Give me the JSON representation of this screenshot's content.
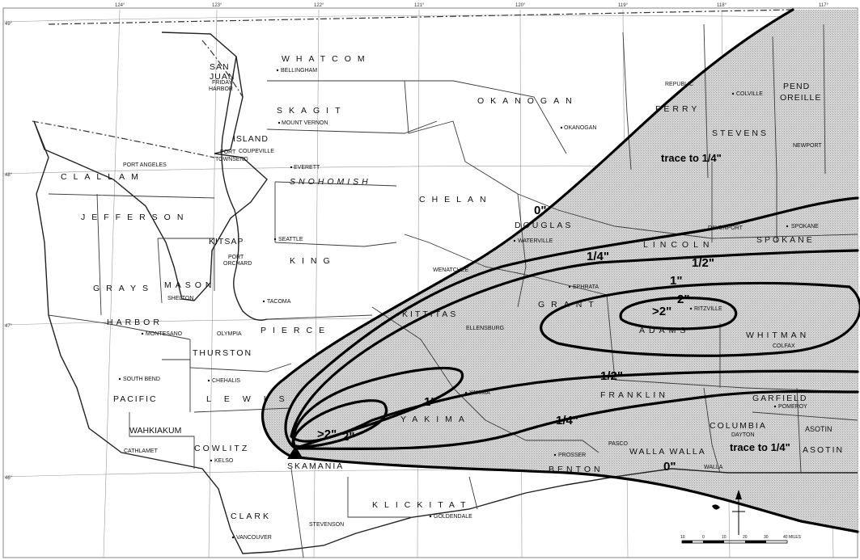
{
  "graticule": {
    "longitudes": [
      "124°",
      "123°",
      "122°",
      "121°",
      "120°",
      "119°",
      "118°",
      "117°"
    ],
    "latitudes": [
      "49°",
      "48°",
      "47°",
      "46°"
    ]
  },
  "counties": {
    "whatcom": "WHATCOM",
    "san_juan_1": "SAN",
    "san_juan_2": "JUAN",
    "skagit": "SKAGIT",
    "okanogan": "OKANOGAN",
    "ferry": "FERRY",
    "stevens": "STEVENS",
    "pend_oreille_1": "PEND",
    "pend_oreille_2": "OREILLE",
    "island": "ISLAND",
    "snohomish": "SNOHOMISH",
    "clallam": "CLALLAM",
    "jefferson": "JEFFERSON",
    "chelan": "CHELAN",
    "douglas": "DOUGLAS",
    "lincoln": "LINCOLN",
    "spokane": "SPOKANE",
    "kitsap": "KITSAP",
    "king": "KING",
    "grays": "GRAYS",
    "harbor": "HARBOR",
    "mason": "MASON",
    "kittitas": "KITTITAS",
    "grant": "GRANT",
    "adams": "ADAMS",
    "whitman": "WHITMAN",
    "pierce": "PIERCE",
    "thurston": "THURSTON",
    "pacific": "PACIFIC",
    "lewis": "LEWIS",
    "yakima": "YAKIMA",
    "franklin": "FRANKLIN",
    "garfield": "GARFIELD",
    "wahkiakum": "WAHKIAKUM",
    "cowlitz": "COWLITZ",
    "columbia": "COLUMBIA",
    "asotin_1": "ASOTIN",
    "asotin_2": "ASOTIN",
    "walla_walla": "WALLA WALLA",
    "skamania": "SKAMANIA",
    "benton": "BENTON",
    "klickitat": "KLICKITAT",
    "clark": "CLARK"
  },
  "towns": {
    "bellingham": "BELLINGHAM",
    "friday_harbor_1": "FRIDAY",
    "friday_harbor_2": "HARBOR",
    "mount_vernon": "MOUNT VERNON",
    "okanogan": "OKANOGAN",
    "republic": "REPUBLIC",
    "colville": "COLVILLE",
    "newport": "NEWPORT",
    "coupeville": "COUPEVILLE",
    "port_townsend_1": "PORT",
    "port_townsend_2": "TOWNSEND",
    "port_angeles": "PORT ANGELES",
    "everett": "EVERETT",
    "waterville": "WATERVILLE",
    "davenport": "DAVENPORT",
    "spokane": "SPOKANE",
    "seattle": "SEATTLE",
    "port_orchard_1": "PORT",
    "port_orchard_2": "ORCHARD",
    "wenatchee": "WENATCHEE",
    "ephrata": "EPHRATA",
    "shelton": "SHELTON",
    "tacoma": "TACOMA",
    "ritzville": "RITZVILLE",
    "montesano": "MONTESANO",
    "olympia": "OLYMPIA",
    "ellensburg": "ELLENSBURG",
    "colfax": "COLFAX",
    "south_bend": "SOUTH BEND",
    "chehalis": "CHEHALIS",
    "yakima": "YAKIMA",
    "pomeroy": "POMEROY",
    "dayton": "DAYTON",
    "cathlamet": "CATHLAMET",
    "kelso": "KELSO",
    "prosser": "PROSSER",
    "pasco": "PASCO",
    "walla_walla": "WALLA",
    "goldendale": "GOLDENDALE",
    "stevenson": "STEVENSON",
    "vancouver": "VANCOUVER"
  },
  "isopachs": {
    "zero_north": "0\"",
    "zero_south": "0\"",
    "quarter_north": "1/4\"",
    "quarter_south": "1/4\"",
    "half_north": "1/2\"",
    "half_south": "1/2\"",
    "one_east": "1\"",
    "one_west": "1\"",
    "two_east": "2\"",
    "two_west": "2\"",
    "gt2_east": ">2\"",
    "gt2_west": ">2\"",
    "trace_north": "trace to 1/4\"",
    "trace_south": "trace to 1/4\""
  },
  "scale": {
    "ticks": [
      "10",
      "0",
      "10",
      "20",
      "30",
      "40 MILES"
    ]
  },
  "colors": {
    "ash_fill": "#d2d2d2",
    "ink": "#000000"
  },
  "icons": {
    "volcano": "triangle-marker",
    "north_arrow": "north-arrow-icon"
  }
}
